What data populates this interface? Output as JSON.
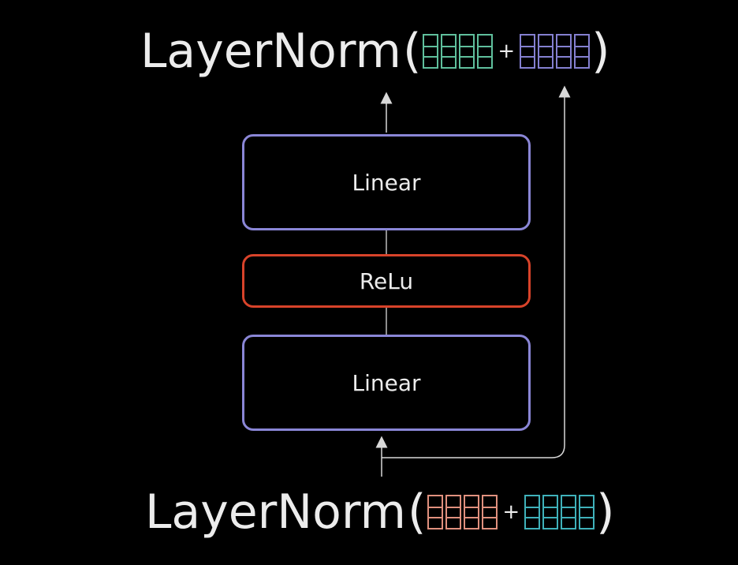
{
  "top_formula": {
    "function": "LayerNorm",
    "open_paren": "(",
    "plus": "+",
    "close_paren": ")",
    "left_vector": {
      "cells": 4,
      "color": "#5fbf9c"
    },
    "right_vector": {
      "cells": 4,
      "color": "#8480d0"
    }
  },
  "blocks": {
    "linear_top": {
      "label": "Linear",
      "color": "#8a86d6"
    },
    "relu": {
      "label": "ReLu",
      "color": "#d8432a"
    },
    "linear_bottom": {
      "label": "Linear",
      "color": "#8a86d6"
    }
  },
  "bottom_formula": {
    "function": "LayerNorm",
    "open_paren": "(",
    "plus": "+",
    "close_paren": ")",
    "left_vector": {
      "cells": 4,
      "color": "#e0907e"
    },
    "right_vector": {
      "cells": 4,
      "color": "#3fb1ba"
    }
  },
  "connector_color": "#d8d8d8"
}
